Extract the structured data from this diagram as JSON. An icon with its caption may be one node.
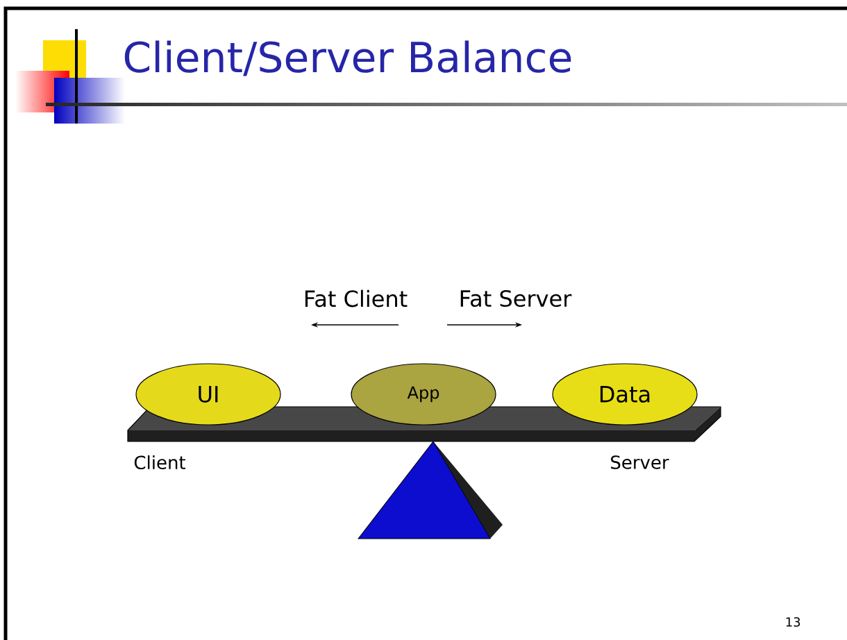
{
  "diagram": {
    "title": "Client/Server Balance",
    "nodes": [
      {
        "text": [
          "UI"
        ]
      },
      {
        "text": [
          "App"
        ]
      },
      {
        "text": [
          "Data"
        ]
      }
    ],
    "labels": [
      "Fat Client",
      "Fat Server",
      "Client",
      "Server",
      "13"
    ]
  }
}
